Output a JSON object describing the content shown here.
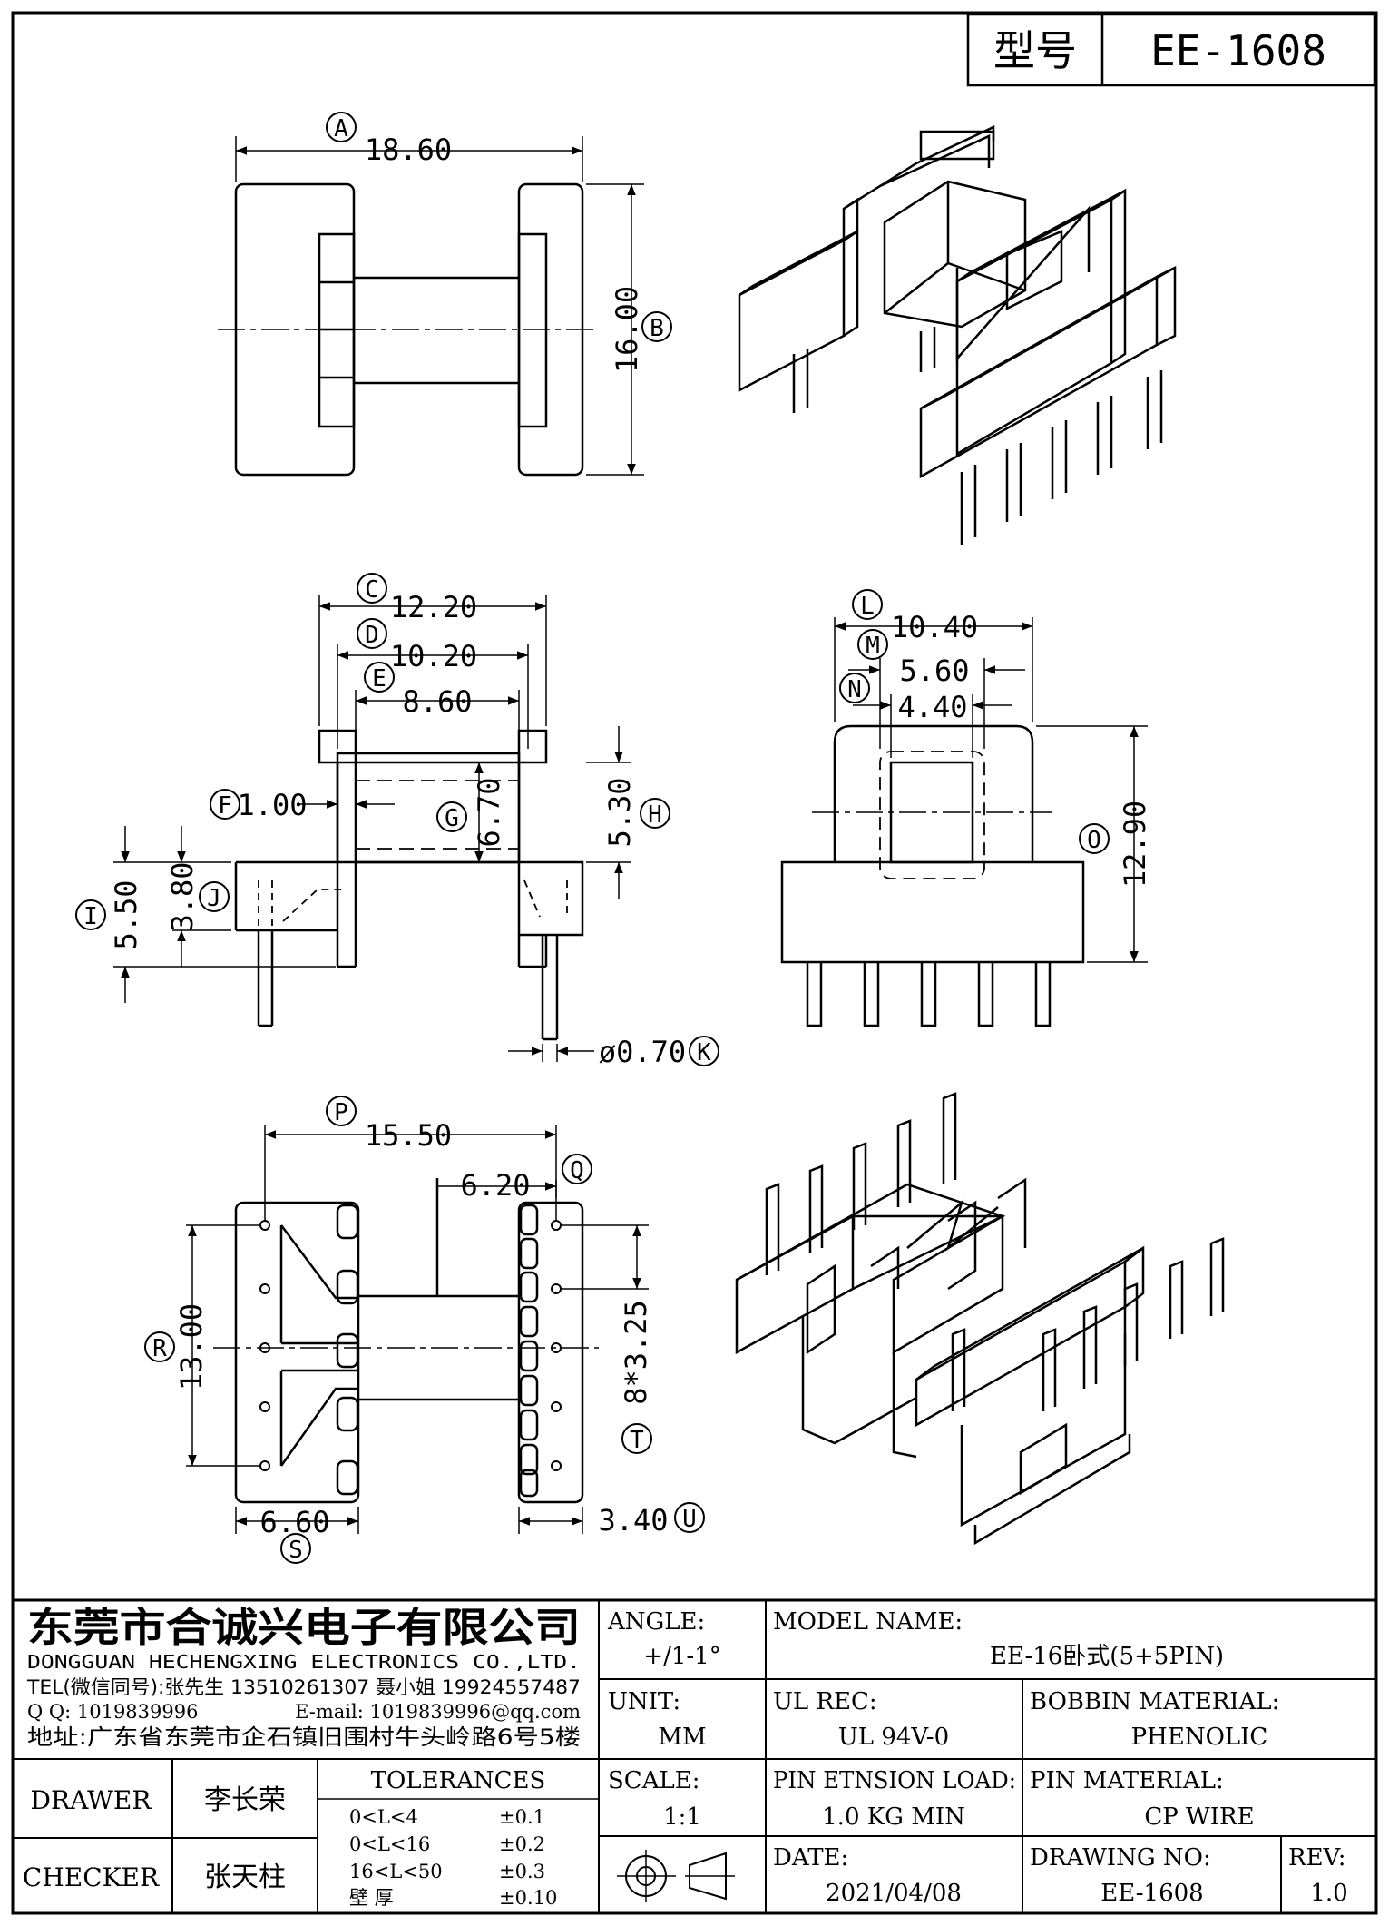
{
  "header": {
    "model_label": "型号",
    "model_value": "EE-1608"
  },
  "dimensions": {
    "A": {
      "letter": "A",
      "value": "18.60"
    },
    "B": {
      "letter": "B",
      "value": "16.00"
    },
    "C": {
      "letter": "C",
      "value": "12.20"
    },
    "D": {
      "letter": "D",
      "value": "10.20"
    },
    "E": {
      "letter": "E",
      "value": "8.60"
    },
    "F": {
      "letter": "F",
      "value": "1.00"
    },
    "G": {
      "letter": "G",
      "value": "6.70"
    },
    "H": {
      "letter": "H",
      "value": "5.30"
    },
    "I": {
      "letter": "I",
      "value": "5.50"
    },
    "J": {
      "letter": "J",
      "value": "3.80"
    },
    "K": {
      "letter": "K",
      "value": "ø0.70"
    },
    "L": {
      "letter": "L",
      "value": "10.40"
    },
    "M": {
      "letter": "M",
      "value": "5.60"
    },
    "N": {
      "letter": "N",
      "value": "4.40"
    },
    "O": {
      "letter": "O",
      "value": "12.90"
    },
    "P": {
      "letter": "P",
      "value": "15.50"
    },
    "Q": {
      "letter": "Q",
      "value": "6.20"
    },
    "R": {
      "letter": "R",
      "value": "13.00"
    },
    "S": {
      "letter": "S",
      "value": "6.60"
    },
    "T": {
      "letter": "T",
      "value": "8*3.25"
    },
    "U": {
      "letter": "U",
      "value": "3.40"
    }
  },
  "company": {
    "name_cn": "东莞市合诚兴电子有限公司",
    "name_en": "DONGGUAN HECHENGXING ELECTRONICS CO.,LTD.",
    "tel": "TEL(微信同号):张先生 13510261307 聂小姐 19924557487",
    "qq": "Q Q: 1019839996",
    "email": "E-mail: 1019839996@qq.com",
    "address": "地址:广东省东莞市企石镇旧围村牛头岭路6号5楼"
  },
  "title_block": {
    "angle_label": "ANGLE:",
    "angle_value": "+/1-1°",
    "unit_label": "UNIT:",
    "unit_value": "MM",
    "scale_label": "SCALE:",
    "scale_value": "1:1",
    "model_name_label": "MODEL NAME:",
    "model_name_value": "EE-16卧式(5+5PIN)",
    "ul_rec_label": "UL REC:",
    "ul_rec_value": "UL 94V-0",
    "bobbin_material_label": "BOBBIN MATERIAL:",
    "bobbin_material_value": "PHENOLIC",
    "pin_tension_label": "PIN ETNSION LOAD:",
    "pin_tension_value": "1.0 KG MIN",
    "pin_material_label": "PIN MATERIAL:",
    "pin_material_value": "CP WIRE",
    "date_label": "DATE:",
    "date_value": "2021/04/08",
    "drawing_no_label": "DRAWING NO:",
    "drawing_no_value": "EE-1608",
    "rev_label": "REV:",
    "rev_value": "1.0",
    "drawer_label": "DRAWER",
    "drawer_name": "李长荣",
    "checker_label": "CHECKER",
    "checker_name": "张天柱",
    "tolerances_label": "TOLERANCES",
    "tolerances": [
      {
        "range": "0<L<4",
        "value": "±0.1"
      },
      {
        "range": "0<L<16",
        "value": "±0.2"
      },
      {
        "range": "16<L<50",
        "value": "±0.3"
      },
      {
        "range": "壁    厚",
        "value": "±0.10"
      }
    ]
  }
}
